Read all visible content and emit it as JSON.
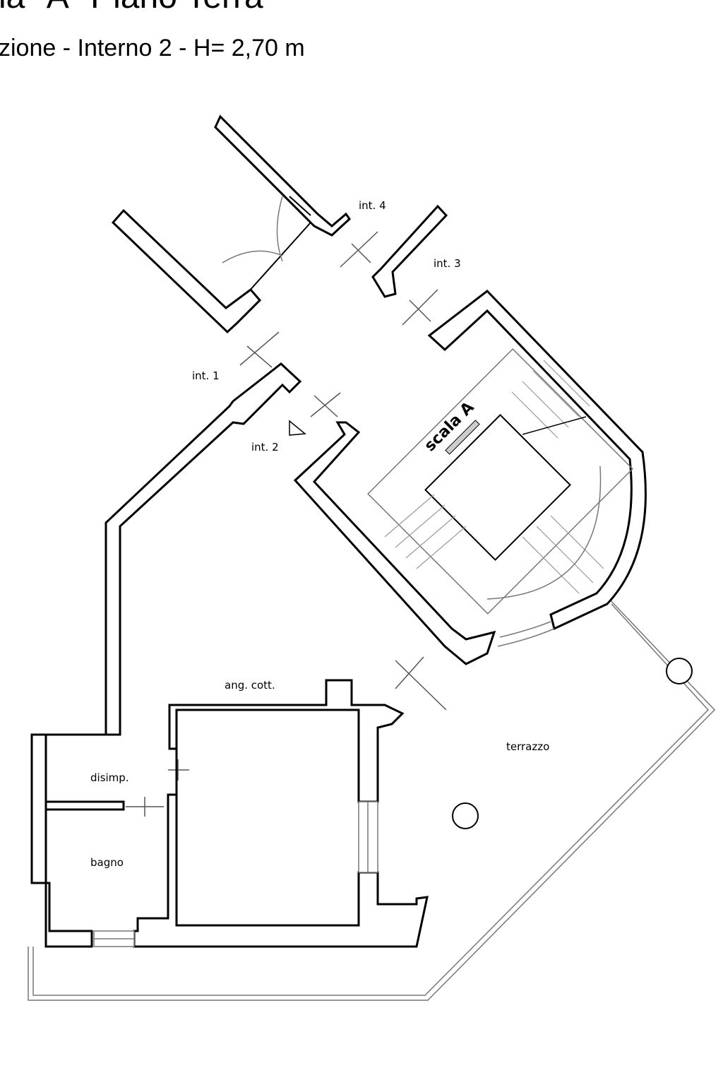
{
  "header": {
    "title": "la \"A\" Piano Terra",
    "subtitle": "zione - Interno 2   - H= 2,70 m"
  },
  "labels": {
    "int4": "int. 4",
    "int3": "int. 3",
    "int1": "int. 1",
    "int2": "int. 2",
    "stair": "scala A",
    "kitchen": "ang. cott.",
    "terrace": "terrazzo",
    "hall": "disimp.",
    "bath": "bagno"
  }
}
